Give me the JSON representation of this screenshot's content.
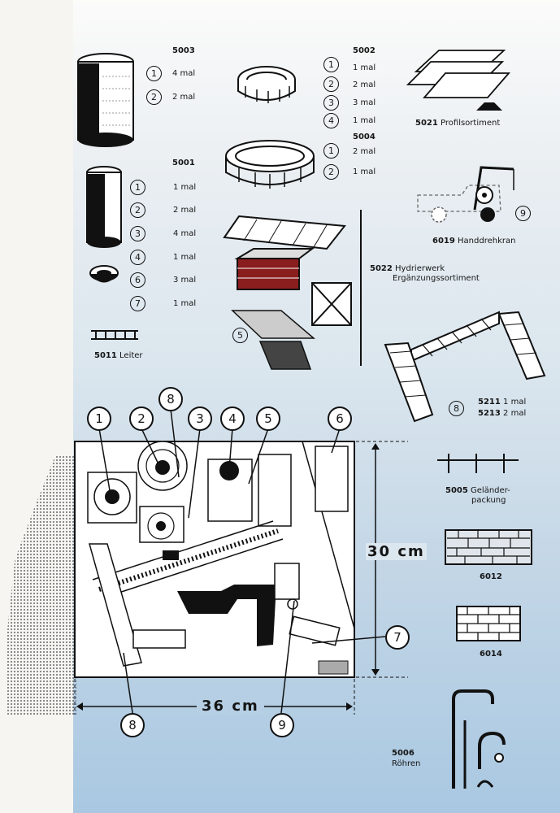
{
  "items": {
    "i5003": {
      "code": "5003",
      "rows": [
        {
          "n": "1",
          "qty": "4 mal"
        },
        {
          "n": "2",
          "qty": "2 mal"
        }
      ]
    },
    "i5001": {
      "code": "5001",
      "rows": [
        {
          "n": "1",
          "qty": "1 mal"
        },
        {
          "n": "2",
          "qty": "2 mal"
        },
        {
          "n": "3",
          "qty": "4 mal"
        },
        {
          "n": "4",
          "qty": "1 mal"
        },
        {
          "n": "6",
          "qty": "3 mal"
        },
        {
          "n": "7",
          "qty": "1 mal"
        }
      ]
    },
    "i5002": {
      "code": "5002",
      "rows": [
        {
          "n": "1",
          "qty": "1 mal"
        },
        {
          "n": "2",
          "qty": "2 mal"
        },
        {
          "n": "3",
          "qty": "3 mal"
        },
        {
          "n": "4",
          "qty": "1 mal"
        }
      ]
    },
    "i5004": {
      "code": "5004",
      "rows": [
        {
          "n": "1",
          "qty": "2 mal"
        },
        {
          "n": "2",
          "qty": "1 mal"
        }
      ]
    },
    "i5021": {
      "code": "5021",
      "name": "Profilsortiment"
    },
    "i6019": {
      "code": "6019",
      "name": "Handdrehkran",
      "n": "9"
    },
    "i5022": {
      "code": "5022",
      "name1": "Hydrierwerk",
      "name2": "Ergänzungssortiment",
      "n": "5"
    },
    "i5011": {
      "code": "5011",
      "name": "Leiter"
    },
    "i5211": {
      "code": "5211",
      "qty": "1 mal"
    },
    "i5213": {
      "code": "5213",
      "qty": "2 mal"
    },
    "bridge_n": "8",
    "i5005": {
      "code": "5005",
      "name1": "Geländer-",
      "name2": "packung"
    },
    "i6012": {
      "code": "6012"
    },
    "i6014": {
      "code": "6014"
    },
    "i5006": {
      "code": "5006",
      "name": "Röhren"
    }
  },
  "plan": {
    "callouts_top": [
      "1",
      "2",
      "8",
      "3",
      "4",
      "5",
      "6"
    ],
    "callout_7": "7",
    "callout_8_bottom": "8",
    "callout_9_bottom": "9",
    "height_label": "30 cm",
    "width_label": "36 cm"
  }
}
